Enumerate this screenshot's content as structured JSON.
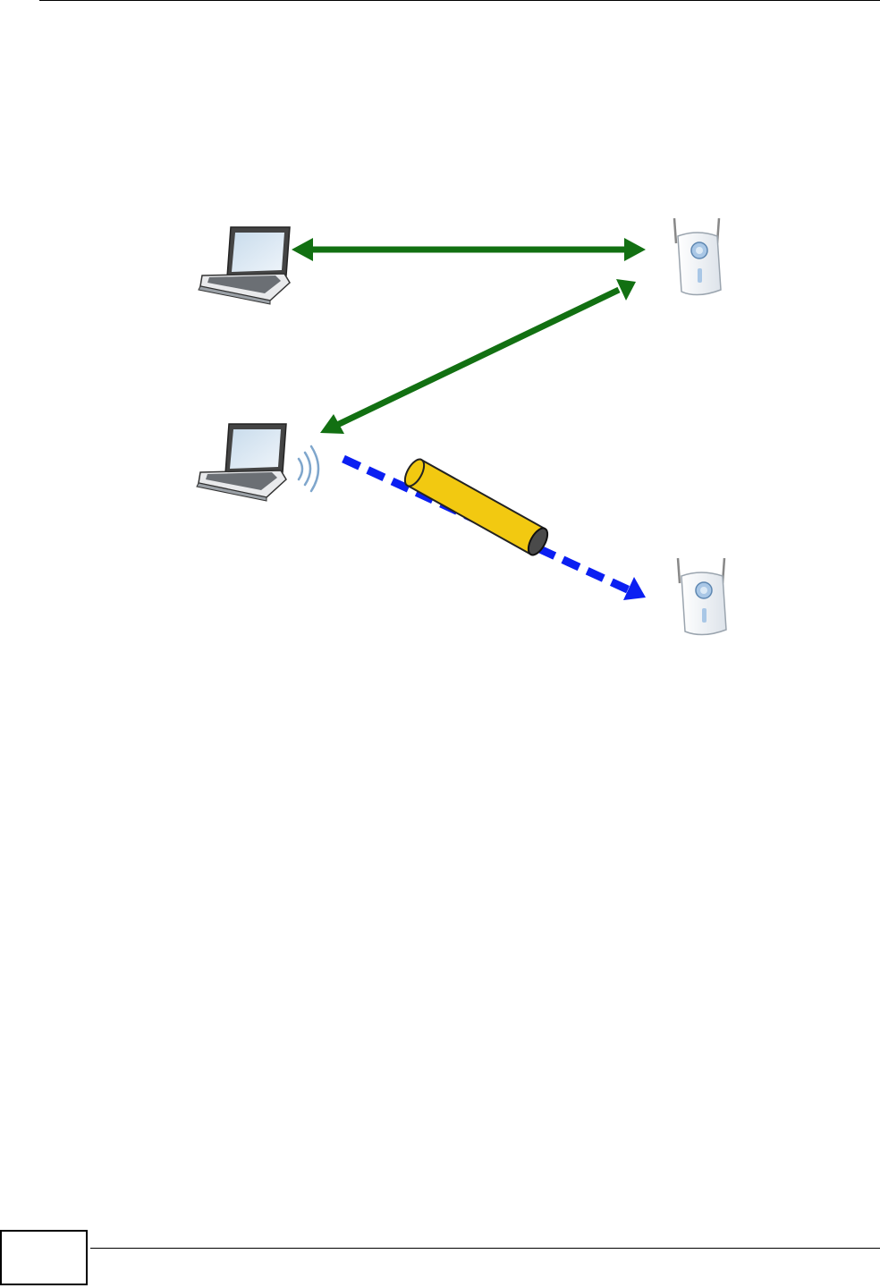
{
  "header": {
    "chapter_title": ""
  },
  "diagram": {
    "nodes": [
      {
        "id": "legit-client",
        "kind": "laptop",
        "icon": "laptop-icon"
      },
      {
        "id": "attacker-client",
        "kind": "laptop",
        "icon": "laptop-icon",
        "transmitting": true
      },
      {
        "id": "access-point",
        "kind": "access-point",
        "icon": "access-point-icon"
      },
      {
        "id": "rogue-access-point",
        "kind": "access-point",
        "icon": "access-point-icon"
      }
    ],
    "links": [
      {
        "from": "legit-client",
        "to": "access-point",
        "style": "solid",
        "arrows": "both",
        "color": "#127012"
      },
      {
        "from": "attacker-client",
        "to": "access-point",
        "style": "solid",
        "arrows": "both",
        "color": "#127012"
      },
      {
        "from": "attacker-client",
        "to": "rogue-access-point",
        "style": "dashed",
        "arrows": "end",
        "color": "#0b1ff2",
        "tunnel": true
      }
    ],
    "colors": {
      "link_green": "#127012",
      "link_blue": "#0b1ff2",
      "tunnel_yellow": "#f2c911"
    }
  },
  "footer": {
    "page_number": ""
  }
}
